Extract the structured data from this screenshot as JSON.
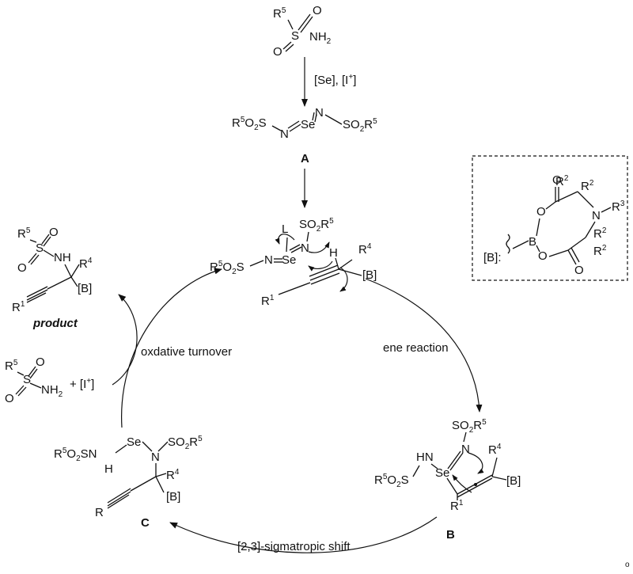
{
  "reagents": {
    "step1": "[Se], [I",
    "step1_sup": "+",
    "step1_end": "]",
    "ene": "ene reaction",
    "sigmatropic": "[2,3]-sigmatropic shift",
    "turnover": "oxdative turnover",
    "plus_oxidant": "+ [I",
    "plus_oxidant_sup": "+",
    "plus_oxidant_end": "]"
  },
  "labels": {
    "A": "A",
    "B": "B",
    "C": "C",
    "product": "product",
    "boron_key": "[B]:",
    "stray_mark": "o"
  },
  "atoms": {
    "R": "R",
    "O": "O",
    "S": "S",
    "N": "N",
    "NH": "NH",
    "HN": "HN",
    "H": "H",
    "Se": "Se",
    "B_atom": "B",
    "L": "L",
    "boron_group": "[B]",
    "NH2_main": "NH",
    "sub2": "2",
    "R5O2S_main": "O",
    "SO2R5": "SO",
    "sup1": "1",
    "sup2": "2",
    "sup3": "3",
    "sup4": "4",
    "sup5": "5"
  }
}
